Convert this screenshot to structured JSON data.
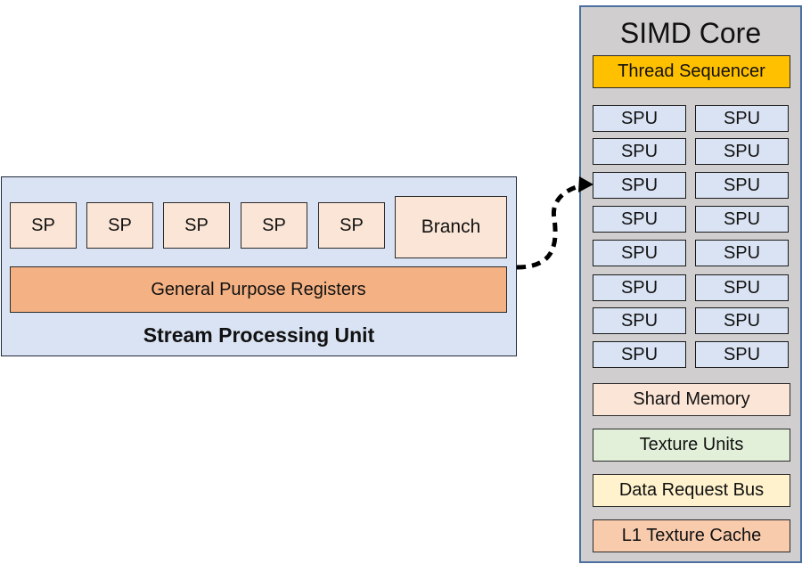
{
  "spu_unit": {
    "sp_labels": [
      "SP",
      "SP",
      "SP",
      "SP",
      "SP"
    ],
    "branch_label": "Branch",
    "gpr_label": "General Purpose Registers",
    "title": "Stream Processing Unit"
  },
  "simd_core": {
    "title": "SIMD Core",
    "sequencer_label": "Thread Sequencer",
    "spu_label": "SPU",
    "shard_memory_label": "Shard Memory",
    "texture_units_label": "Texture Units",
    "data_request_bus_label": "Data Request Bus",
    "l1_texture_cache_label": "L1 Texture Cache"
  },
  "colors": {
    "spu_unit_fill": "#dae3f3",
    "sp_fill": "#fbe5d6",
    "gpr_fill": "#f4b183",
    "simd_core_fill": "#d0cece",
    "sequencer_fill": "#ffc000",
    "shard_memory_fill": "#fbe5d6",
    "texture_units_fill": "#e2f0d9",
    "data_request_bus_fill": "#fff2cc",
    "l1_texture_cache_fill": "#f8cbad"
  }
}
